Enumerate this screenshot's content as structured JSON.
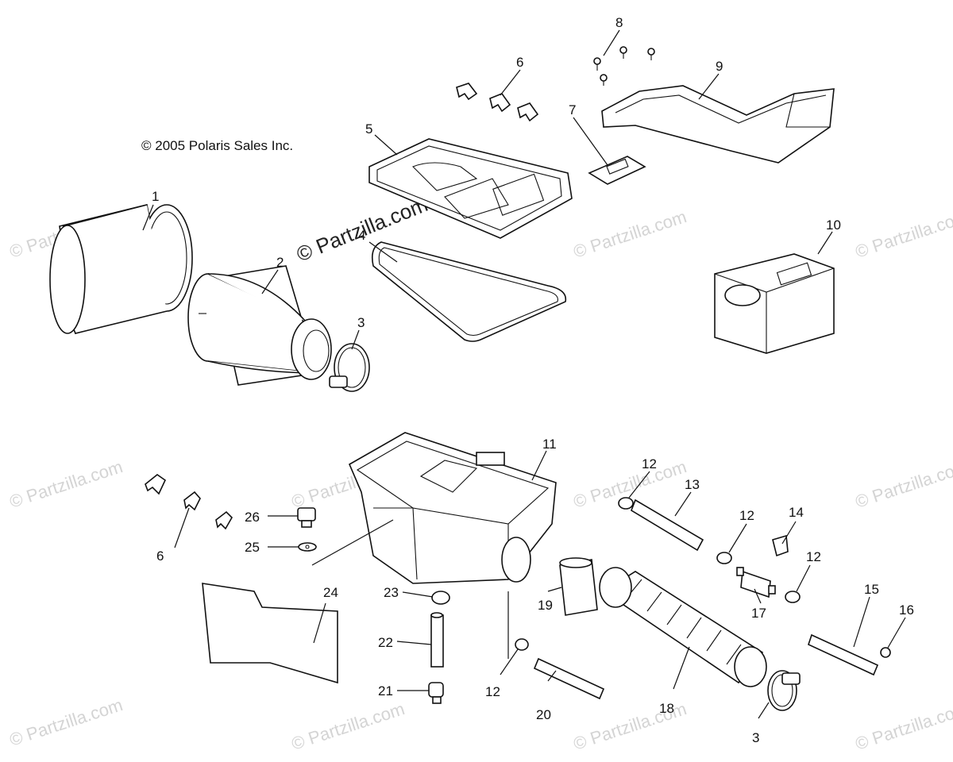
{
  "copyright": "© 2005 Polaris Sales Inc.",
  "watermark_main": "© Partzilla.com",
  "watermark": "© Partzilla.com",
  "callouts": [
    {
      "id": "c1",
      "label": "1"
    },
    {
      "id": "c2",
      "label": "2"
    },
    {
      "id": "c3a",
      "label": "3"
    },
    {
      "id": "c4",
      "label": "4"
    },
    {
      "id": "c5",
      "label": "5"
    },
    {
      "id": "c6a",
      "label": "6"
    },
    {
      "id": "c7",
      "label": "7"
    },
    {
      "id": "c8",
      "label": "8"
    },
    {
      "id": "c9",
      "label": "9"
    },
    {
      "id": "c10",
      "label": "10"
    },
    {
      "id": "c11",
      "label": "11"
    },
    {
      "id": "c12a",
      "label": "12"
    },
    {
      "id": "c13",
      "label": "13"
    },
    {
      "id": "c12b",
      "label": "12"
    },
    {
      "id": "c14",
      "label": "14"
    },
    {
      "id": "c12c",
      "label": "12"
    },
    {
      "id": "c15",
      "label": "15"
    },
    {
      "id": "c16",
      "label": "16"
    },
    {
      "id": "c17",
      "label": "17"
    },
    {
      "id": "c6b",
      "label": "6"
    },
    {
      "id": "c26",
      "label": "26"
    },
    {
      "id": "c25",
      "label": "25"
    },
    {
      "id": "c24",
      "label": "24"
    },
    {
      "id": "c23",
      "label": "23"
    },
    {
      "id": "c22",
      "label": "22"
    },
    {
      "id": "c21",
      "label": "21"
    },
    {
      "id": "c12d",
      "label": "12"
    },
    {
      "id": "c20",
      "label": "20"
    },
    {
      "id": "c19",
      "label": "19"
    },
    {
      "id": "c18",
      "label": "18"
    },
    {
      "id": "c3b",
      "label": "3"
    }
  ]
}
